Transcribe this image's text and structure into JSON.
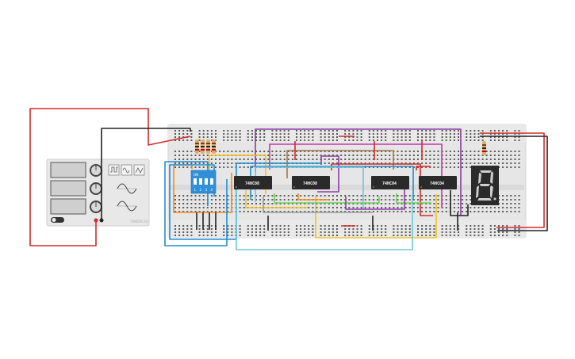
{
  "chips": [
    {
      "id": "u1",
      "label": "74HC08"
    },
    {
      "id": "u2",
      "label": "74HC08"
    },
    {
      "id": "u3",
      "label": "74HC04"
    },
    {
      "id": "u4",
      "label": "74HC04"
    }
  ],
  "dip_switch": {
    "on_label": "ON",
    "position_labels": [
      "1",
      "2",
      "3",
      "4"
    ]
  },
  "function_generator": {
    "mark": "TINKERCAD"
  },
  "colors": {
    "breadboard": "#e6e6e6",
    "chip": "#2a2a2a",
    "dip_switch": "#2f8fd8",
    "display": "#2b2b2b",
    "segment_on": "#cfcfcf",
    "wire_red": "#d22a2a",
    "wire_black": "#222222",
    "wire_purple": "#8e3ba6",
    "wire_blue": "#1f8ed0",
    "wire_orange": "#f08a1c",
    "wire_yellow": "#f2c31a",
    "wire_brown": "#a6794a",
    "wire_green": "#6fcf5a",
    "wire_cyan": "#6cc8d8",
    "wire_magenta": "#c43aa8",
    "wire_gray": "#9a9a9a"
  },
  "icons": [
    "square-wave-icon",
    "sine-wave-icon",
    "triangle-wave-icon",
    "knob-icon",
    "power-toggle-icon"
  ]
}
